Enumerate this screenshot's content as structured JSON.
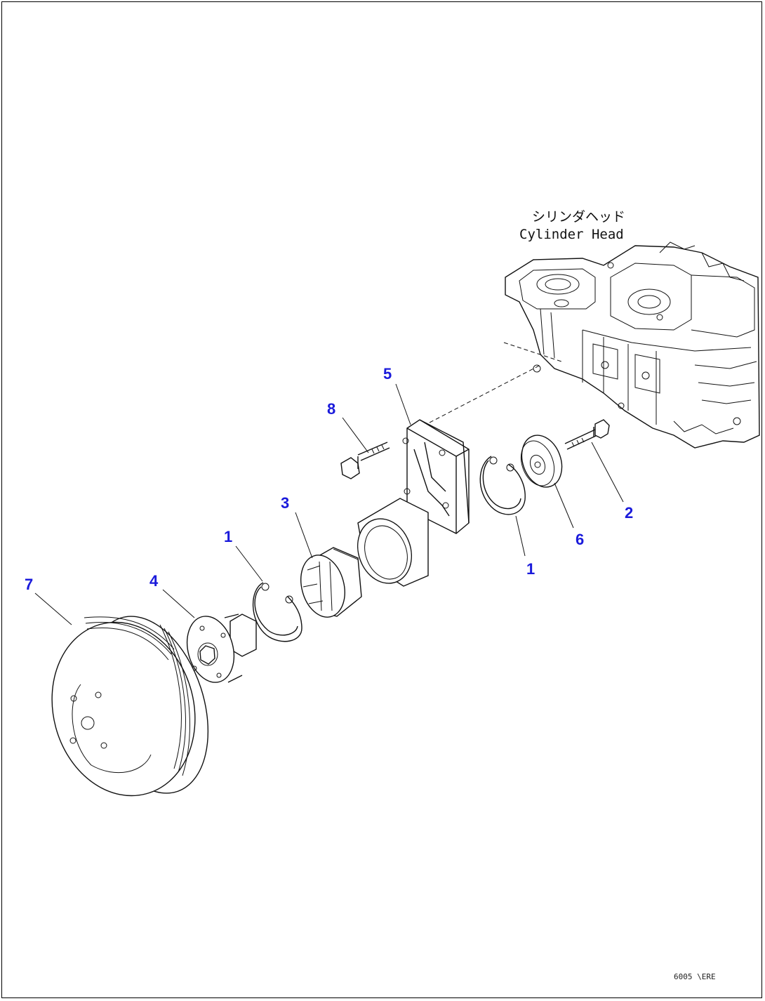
{
  "diagram": {
    "callouts": [
      {
        "id": "c1a",
        "label": "1"
      },
      {
        "id": "c1b",
        "label": "1"
      },
      {
        "id": "c2",
        "label": "2"
      },
      {
        "id": "c3",
        "label": "3"
      },
      {
        "id": "c4",
        "label": "4"
      },
      {
        "id": "c5",
        "label": "5"
      },
      {
        "id": "c6",
        "label": "6"
      },
      {
        "id": "c7",
        "label": "7"
      },
      {
        "id": "c8",
        "label": "8"
      }
    ],
    "annotation": {
      "japanese": "シリンダヘッド",
      "english": "Cylinder Head"
    },
    "drawing_code": "6005 \\ERE"
  },
  "colors": {
    "callout": "#1a1adb",
    "line": "#111111",
    "background": "#ffffff"
  }
}
